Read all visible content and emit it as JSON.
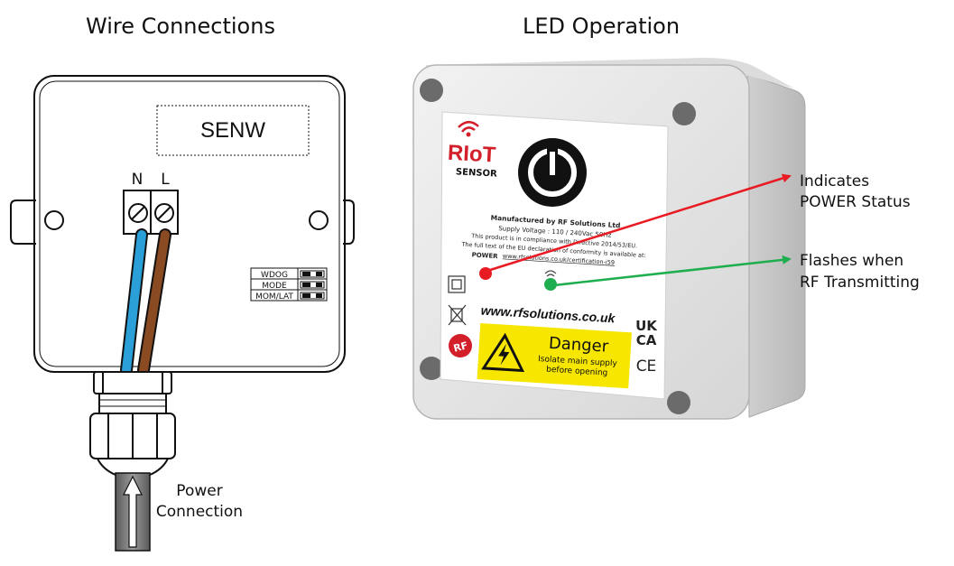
{
  "titles": {
    "wire_connections": "Wire Connections",
    "led_operation": "LED Operation"
  },
  "left_diagram": {
    "device_label": "SENW",
    "terminal_n": "N",
    "terminal_l": "L",
    "switches": [
      "WDOG",
      "MODE",
      "MOM/LAT"
    ],
    "power_connection": [
      "Power",
      "Connection"
    ],
    "wire_colors": {
      "neutral": "#2a9fd8",
      "live": "#8a4a22"
    }
  },
  "right_device": {
    "brand_logo_text": "RIoT",
    "brand_sub": "SENSOR",
    "manufacturer": "Manufactured by RF Solutions Ltd",
    "supply": "Supply Voltage : 110 / 240Vac 50Hz",
    "compliance_1": "This product is in compliance with Directive 2014/53/EU.",
    "compliance_2": "The full text of the EU declaration of conformity is available at:",
    "compliance_url": "www.rfsolutions.co.uk/certification-i59",
    "power_led_label": "POWER",
    "website": "www.rfsolutions.co.uk",
    "danger_title": "Danger",
    "danger_text": [
      "Isolate main supply",
      "before opening"
    ],
    "ukca": [
      "UK",
      "CA"
    ],
    "ce": "CE",
    "colors": {
      "power_led": "#e81b23",
      "rf_led": "#1fae4f",
      "danger": "#f6e600"
    }
  },
  "callouts": {
    "power": [
      "Indicates",
      "POWER Status"
    ],
    "rf": [
      "Flashes when",
      "RF Transmitting"
    ],
    "colors": {
      "power_arrow": "#e81b23",
      "rf_arrow": "#1fae4f"
    }
  }
}
